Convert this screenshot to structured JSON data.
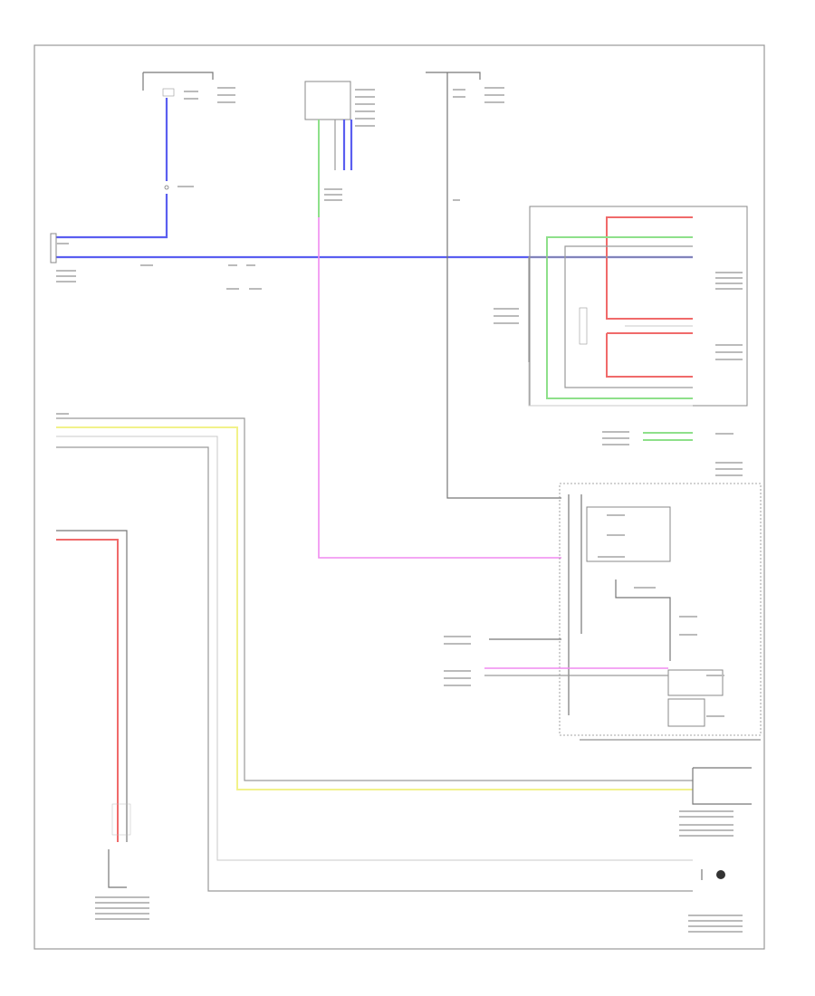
{
  "diagram": {
    "footer_code": "",
    "connectors": [
      {
        "id": "c-top-left",
        "lines": [
          "",
          "",
          ""
        ]
      },
      {
        "id": "c-sensor-top",
        "lines": [
          "",
          "",
          "",
          ""
        ]
      },
      {
        "id": "c-top-mid",
        "lines": [
          "",
          "",
          ""
        ]
      },
      {
        "id": "c-right-module",
        "lines": [
          "",
          "",
          ""
        ]
      },
      {
        "id": "c-combination-meter",
        "lines": [
          ""
        ]
      },
      {
        "id": "c-bottom-left",
        "lines": [
          "",
          "",
          ""
        ]
      },
      {
        "id": "c-bottom-right",
        "lines": [
          "",
          "",
          ""
        ]
      }
    ]
  }
}
